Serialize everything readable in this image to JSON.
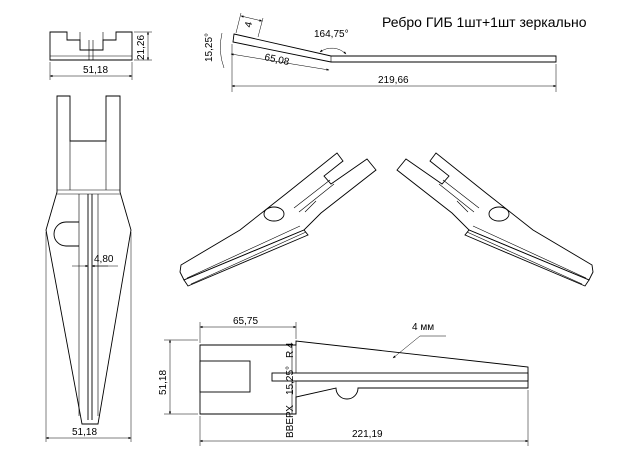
{
  "title": "Ребро ГИБ 1шт+1шт зеркально",
  "dimensions": {
    "top_width": "51,18",
    "top_height": "21,26",
    "bend_angle": "164,75°",
    "bend_thickness": "4",
    "bend_short_angle": "15,25°",
    "bend_short_len": "65,08",
    "bend_total": "219,66",
    "side_width": "51,18",
    "slot_width": "4,80",
    "plan_top_len": "65,75",
    "plan_height": "51,18",
    "plan_total": "221,19",
    "plan_radius": "R 4",
    "plan_angle": "15,25°",
    "plan_direction": "ВВЕРХ",
    "plan_thickness_note": "4 мм"
  }
}
